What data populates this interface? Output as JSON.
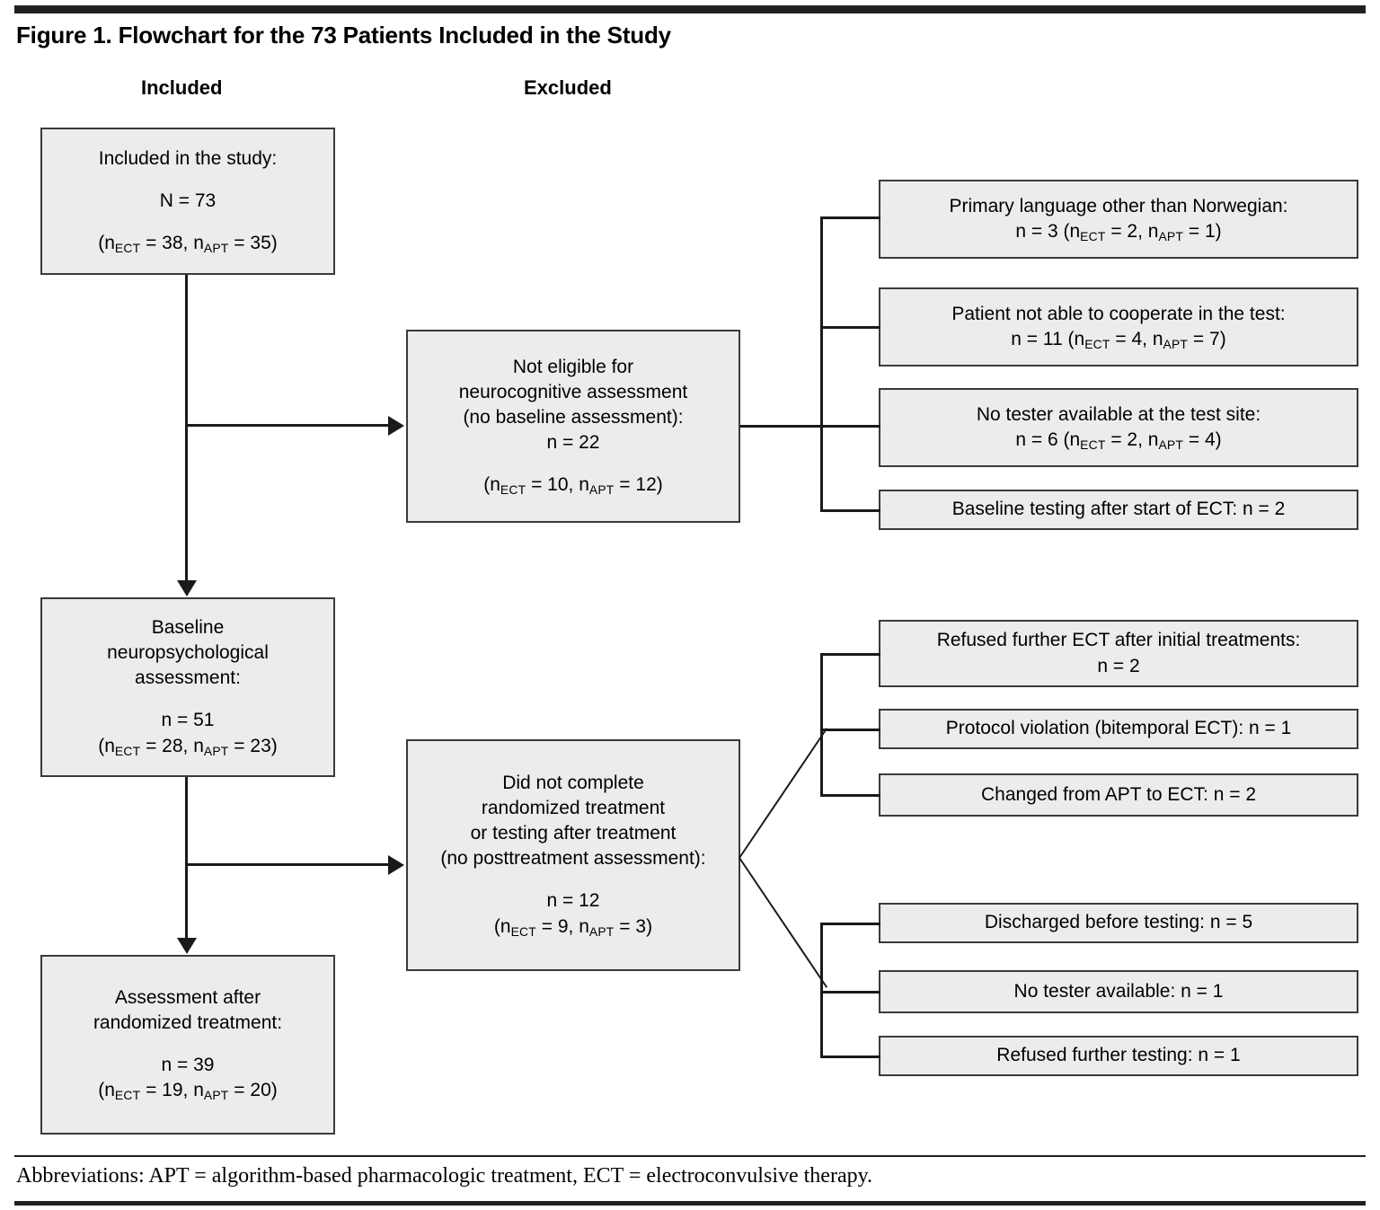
{
  "figure": {
    "title": "Figure 1. Flowchart for the 73 Patients Included in the Study",
    "footnote": "Abbreviations: APT = algorithm-based pharmacologic treatment, ECT = electroconvulsive therapy."
  },
  "columns": {
    "included": "Included",
    "excluded": "Excluded"
  },
  "included_boxes": [
    {
      "id": "included-in-study",
      "lines": [
        "Included in the study:",
        "N = 73",
        "(n<sub>ECT</sub> = 38, n<sub>APT</sub> = 35)"
      ],
      "n_total": 73,
      "n_ect": 38,
      "n_apt": 35
    },
    {
      "id": "baseline-assessment",
      "lines": [
        "Baseline",
        "neuropsychological",
        "assessment:",
        "n = 51",
        "(n<sub>ECT</sub> = 28, n<sub>APT</sub> = 23)"
      ],
      "n_total": 51,
      "n_ect": 28,
      "n_apt": 23
    },
    {
      "id": "assessment-after-treatment",
      "lines": [
        "Assessment after",
        "randomized treatment:",
        "n = 39",
        "(n<sub>ECT</sub> = 19, n<sub>APT</sub> = 20)"
      ],
      "n_total": 39,
      "n_ect": 19,
      "n_apt": 20
    }
  ],
  "excluded_boxes": [
    {
      "id": "not-eligible",
      "lines": [
        "Not eligible for",
        "neurocognitive assessment",
        "(no baseline assessment):",
        "n = 22",
        "(n<sub>ECT</sub> = 10, n<sub>APT</sub> = 12)"
      ],
      "n_total": 22,
      "n_ect": 10,
      "n_apt": 12
    },
    {
      "id": "did-not-complete",
      "lines": [
        "Did not complete",
        "randomized treatment",
        "or testing after treatment",
        "(no posttreatment assessment):",
        "n = 12",
        "(n<sub>ECT</sub> = 9, n<sub>APT</sub> = 3)"
      ],
      "n_total": 12,
      "n_ect": 9,
      "n_apt": 3
    }
  ],
  "reasons_upper": [
    {
      "id": "primary-language",
      "lines": [
        "Primary language other than Norwegian:",
        "n = 3 (n<sub>ECT</sub> = 2, n<sub>APT</sub> = 1)"
      ],
      "n_total": 3,
      "n_ect": 2,
      "n_apt": 1
    },
    {
      "id": "not-able-to-cooperate",
      "lines": [
        "Patient not able to cooperate in the test:",
        "n = 11 (n<sub>ECT</sub> = 4, n<sub>APT</sub> = 7)"
      ],
      "n_total": 11,
      "n_ect": 4,
      "n_apt": 7
    },
    {
      "id": "no-tester-at-site",
      "lines": [
        "No tester available at the test site:",
        "n = 6 (n<sub>ECT</sub> = 2, n<sub>APT</sub> = 4)"
      ],
      "n_total": 6,
      "n_ect": 2,
      "n_apt": 4
    },
    {
      "id": "baseline-after-ect",
      "lines": [
        "Baseline testing after start of ECT: n = 2"
      ],
      "n_total": 2
    }
  ],
  "reasons_lower": [
    {
      "id": "refused-further-ect",
      "lines": [
        "Refused further ECT after initial treatments:",
        "n = 2"
      ],
      "n_total": 2
    },
    {
      "id": "protocol-violation",
      "lines": [
        "Protocol violation (bitemporal ECT): n = 1"
      ],
      "n_total": 1
    },
    {
      "id": "changed-apt-to-ect",
      "lines": [
        "Changed from APT to ECT: n = 2"
      ],
      "n_total": 2
    },
    {
      "id": "discharged-before-testing",
      "lines": [
        "Discharged before testing: n = 5"
      ],
      "n_total": 5
    },
    {
      "id": "no-tester-available",
      "lines": [
        "No tester available: n = 1"
      ],
      "n_total": 1
    },
    {
      "id": "refused-further-testing",
      "lines": [
        "Refused further testing: n = 1"
      ],
      "n_total": 1
    }
  ],
  "colors": {
    "box_fill": "#ececec",
    "box_border": "#3a3a3a",
    "rule": "#231f20",
    "line": "#1a1a1a"
  }
}
